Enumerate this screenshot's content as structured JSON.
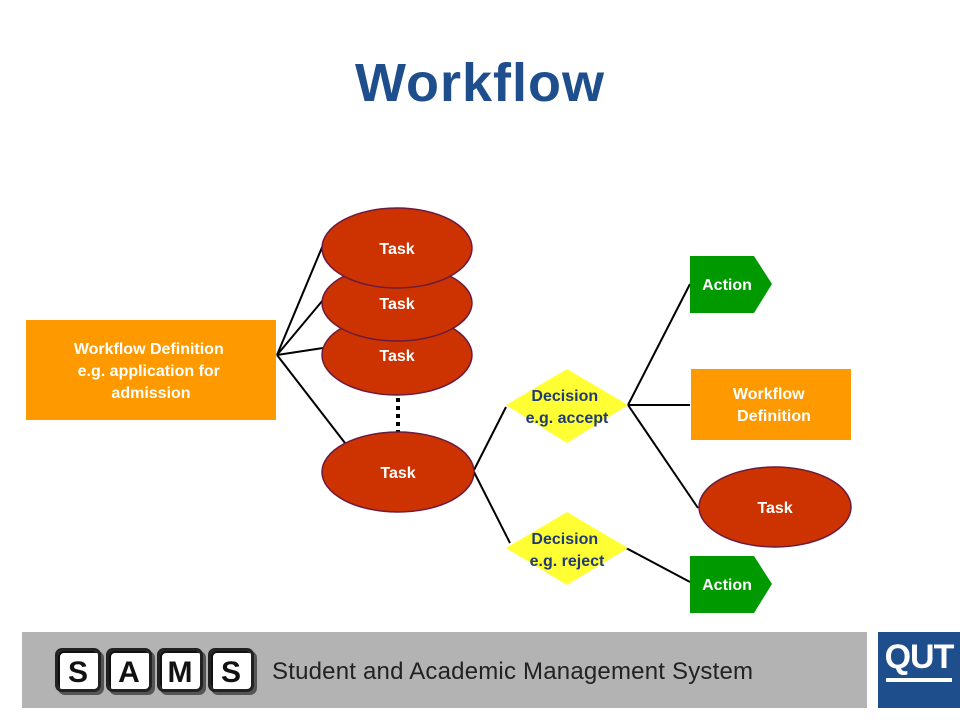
{
  "title": "Workflow",
  "colors": {
    "title": "#1f4e8c",
    "task_fill": "#cc3300",
    "definition_fill": "#ff9900",
    "action_fill": "#009900",
    "decision_fill": "#ffff33",
    "footer_bg": "#b3b3b3",
    "qut_bg": "#1f4e8c"
  },
  "nodes": {
    "workflow_definition_main": [
      "Workflow Definition",
      "e.g. application for",
      "admission"
    ],
    "task_1": "Task",
    "task_2": "Task",
    "task_3": "Task",
    "task_4": "Task",
    "decision_accept": [
      "Decision",
      "e.g. accept"
    ],
    "decision_reject": [
      "Decision",
      "e.g. reject"
    ],
    "action_1": "Action",
    "workflow_definition_2": [
      "Workflow",
      "Definition"
    ],
    "task_5": "Task",
    "action_2": "Action"
  },
  "footer": {
    "keys": [
      "S",
      "A",
      "M",
      "S"
    ],
    "system_name": "Student and Academic Management System",
    "logo": "QUT"
  }
}
